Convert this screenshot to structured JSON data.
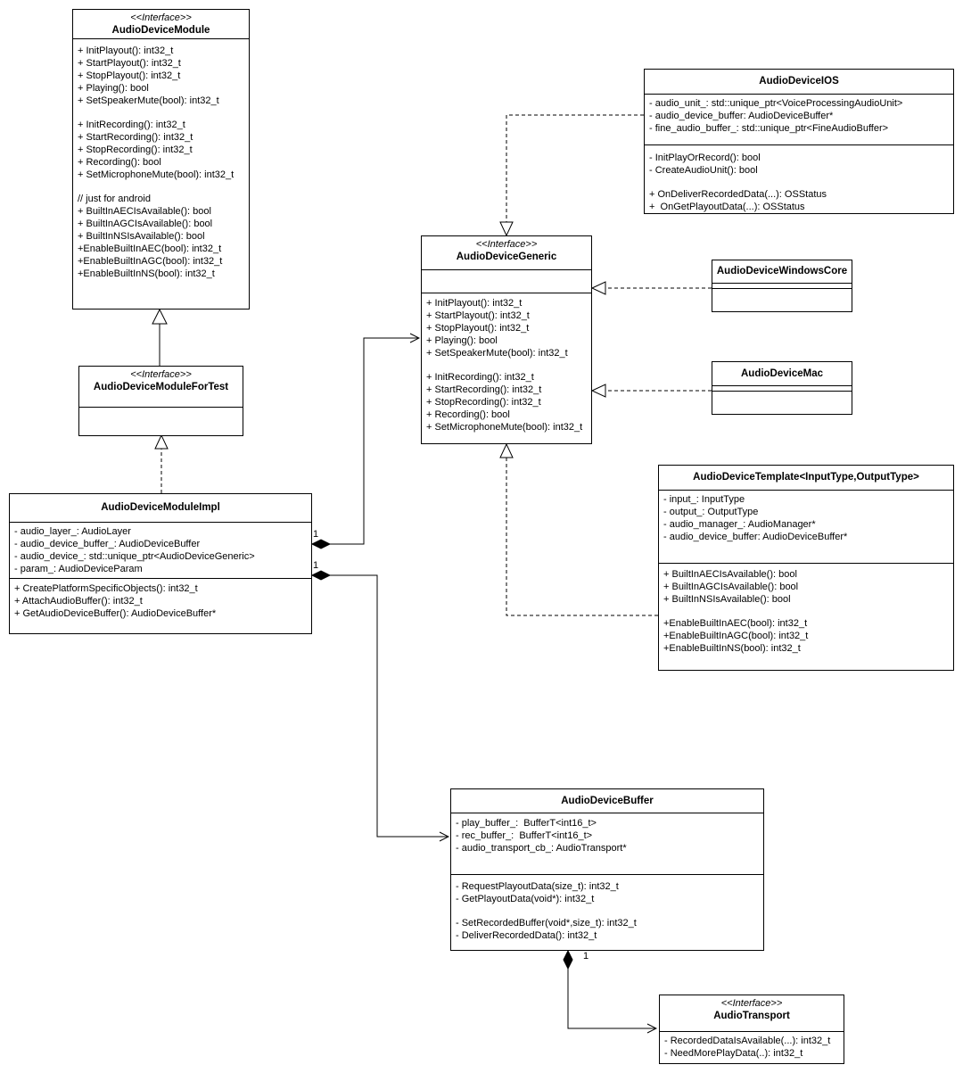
{
  "ad_module": {
    "stereotype": "<<Interface>>",
    "name": "AudioDeviceModule",
    "ops_a": [
      "+ InitPlayout(): int32_t",
      "+ StartPlayout(): int32_t",
      "+ StopPlayout(): int32_t",
      "+ Playing(): bool",
      "+ SetSpeakerMute(bool): int32_t"
    ],
    "ops_b": [
      "+ InitRecording(): int32_t",
      "+ StartRecording(): int32_t",
      "+ StopRecording(): int32_t",
      "+ Recording(): bool",
      "+ SetMicrophoneMute(bool): int32_t"
    ],
    "ops_c": [
      "// just for android",
      "+ BuiltInAECIsAvailable(): bool",
      "+ BuiltInAGCIsAvailable(): bool",
      "+ BuiltInNSIsAvailable(): bool",
      "+EnableBuiltInAEC(bool): int32_t",
      "+EnableBuiltInAGC(bool): int32_t",
      "+EnableBuiltInNS(bool): int32_t"
    ]
  },
  "ad_module_for_test": {
    "stereotype": "<<Interface>>",
    "name": "AudioDeviceModuleForTest"
  },
  "ad_module_impl": {
    "name": "AudioDeviceModuleImpl",
    "attrs": [
      "- audio_layer_: AudioLayer",
      "- audio_device_buffer_: AudioDeviceBuffer",
      "- audio_device_: std::unique_ptr<AudioDeviceGeneric>",
      "- param_: AudioDeviceParam"
    ],
    "ops": [
      "+ CreatePlatformSpecificObjects(): int32_t",
      "+ AttachAudioBuffer(): int32_t",
      "+ GetAudioDeviceBuffer(): AudioDeviceBuffer*"
    ]
  },
  "ad_generic": {
    "stereotype": "<<Interface>>",
    "name": "AudioDeviceGeneric",
    "ops_a": [
      "+ InitPlayout(): int32_t",
      "+ StartPlayout(): int32_t",
      "+ StopPlayout(): int32_t",
      "+ Playing(): bool",
      "+ SetSpeakerMute(bool): int32_t"
    ],
    "ops_b": [
      "+ InitRecording(): int32_t",
      "+ StartRecording(): int32_t",
      "+ StopRecording(): int32_t",
      "+ Recording(): bool",
      "+ SetMicrophoneMute(bool): int32_t"
    ]
  },
  "ad_ios": {
    "name": "AudioDeviceIOS",
    "attrs": [
      "- audio_unit_: std::unique_ptr<VoiceProcessingAudioUnit>",
      "- audio_device_buffer: AudioDeviceBuffer*",
      "- fine_audio_buffer_: std::unique_ptr<FineAudioBuffer>"
    ],
    "ops_a": [
      "- InitPlayOrRecord(): bool",
      "- CreateAudioUnit(): bool"
    ],
    "ops_b": [
      "+ OnDeliverRecordedData(...): OSStatus",
      "+  OnGetPlayoutData(...): OSStatus"
    ]
  },
  "ad_windows_core": {
    "name": "AudioDeviceWindowsCore"
  },
  "ad_mac": {
    "name": "AudioDeviceMac"
  },
  "ad_template": {
    "name": "AudioDeviceTemplate<InputType,OutputType>",
    "attrs": [
      "- input_: InputType",
      "- output_: OutputType",
      "- audio_manager_: AudioManager*",
      "- audio_device_buffer: AudioDeviceBuffer*"
    ],
    "ops_a": [
      "+ BuiltInAECIsAvailable(): bool",
      "+ BuiltInAGCIsAvailable(): bool",
      "+ BuiltInNSIsAvailable(): bool"
    ],
    "ops_b": [
      "+EnableBuiltInAEC(bool): int32_t",
      "+EnableBuiltInAGC(bool): int32_t",
      "+EnableBuiltInNS(bool): int32_t"
    ]
  },
  "ad_buffer": {
    "name": "AudioDeviceBuffer",
    "attrs": [
      "- play_buffer_:  BufferT<int16_t>",
      "- rec_buffer_:  BufferT<int16_t>",
      "- audio_transport_cb_: AudioTransport*"
    ],
    "ops_a": [
      "- RequestPlayoutData(size_t): int32_t",
      "- GetPlayoutData(void*): int32_t"
    ],
    "ops_b": [
      "- SetRecordedBuffer(void*,size_t): int32_t",
      "- DeliverRecordedData(): int32_t"
    ]
  },
  "audio_transport": {
    "stereotype": "<<Interface>>",
    "name": "AudioTransport",
    "ops": [
      "- RecordedDataIsAvailable(...): int32_t",
      "- NeedMorePlayData(..): int32_t"
    ]
  },
  "multiplicities": {
    "impl_to_generic": "1",
    "impl_to_buffer": "1",
    "buffer_to_transport": "1"
  }
}
